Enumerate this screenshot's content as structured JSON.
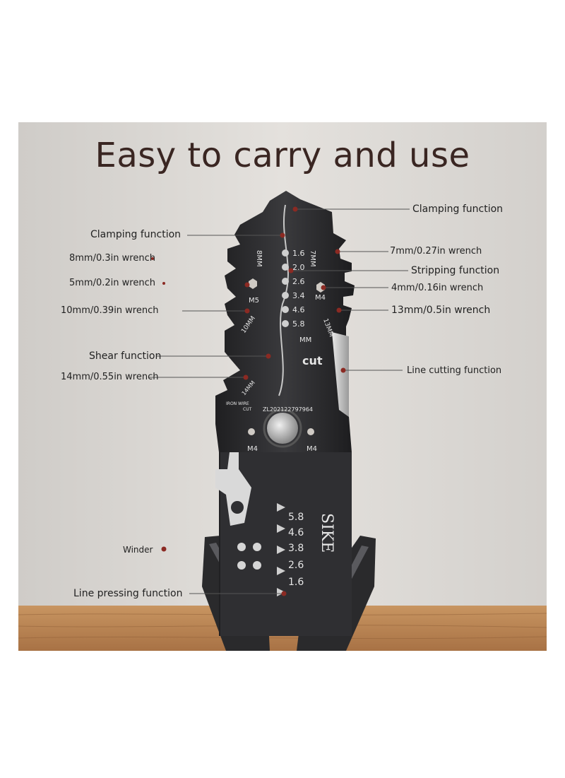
{
  "title": "Easy to carry and use",
  "brand": "SIKE",
  "colors": {
    "background": "#d9d6d2",
    "tool": "#2b2b2d",
    "accent": "#8b2a23",
    "wood": "#b98455",
    "title": "#3a2622"
  },
  "labels": {
    "clamping_top": "Clamping function",
    "clamping_left": "Clamping function",
    "wrench_8mm": "8mm/0.3in wrench",
    "wrench_7mm": "7mm/0.27in wrench",
    "stripping": "Stripping function",
    "wrench_5mm": "5mm/0.2in wrench",
    "wrench_4mm": "4mm/0.16in wrench",
    "wrench_10mm": "10mm/0.39in wrench",
    "wrench_13mm": "13mm/0.5in wrench",
    "shear": "Shear function",
    "line_cutting": "Line cutting function",
    "wrench_14mm": "14mm/0.55in wrench",
    "winder": "Winder",
    "line_pressing": "Line pressing function"
  },
  "tool_text": {
    "strip_sizes": [
      "1.6",
      "2.0",
      "2.6",
      "3.4",
      "4.6",
      "5.8"
    ],
    "press_sizes": [
      "5.8",
      "4.6",
      "3.8",
      "2.6",
      "1.6"
    ],
    "mm": "MM",
    "cut": "cut",
    "m5": "M5",
    "m4_small": "M4",
    "m4_left": "M4",
    "m4_right": "M4",
    "w8": "8MM",
    "w7": "7MM",
    "w10": "10MM",
    "w13": "13MM",
    "w14": "14MM",
    "iron_wire": "IRON WIRE",
    "cut_small": "CUT",
    "serial": "ZL202122797964"
  }
}
